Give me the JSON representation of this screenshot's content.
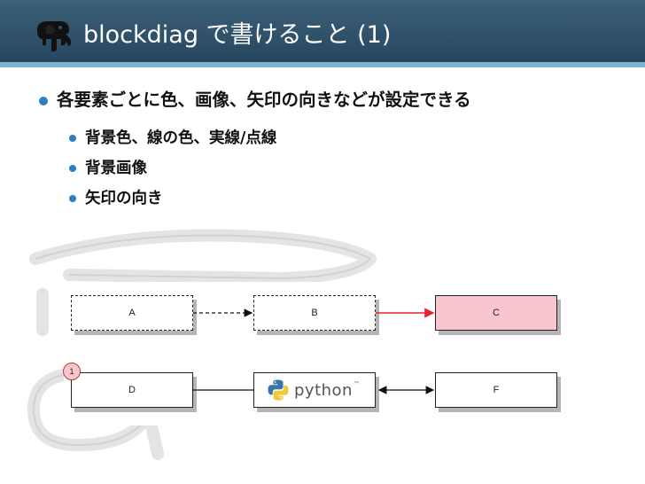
{
  "header": {
    "title": "blockdiag で書けること (1)",
    "logo_icon": "elephant-logo-icon"
  },
  "bullets": {
    "main": "各要素ごとに色、画像、矢印の向きなどが設定できる",
    "sub": [
      "背景色、線の色、実線/点線",
      "背景画像",
      "矢印の向き"
    ]
  },
  "diagram": {
    "nodes": {
      "a": "A",
      "b": "B",
      "c": "C",
      "d": "D",
      "e": "python",
      "e_tm": "™",
      "f": "F"
    },
    "numbered_badge": "1"
  },
  "colors": {
    "header_bg": "#2f5169",
    "header_stripe": "#7fb2d6",
    "bullet": "#2f7fbf",
    "node_c_fill": "#f7c6cf",
    "edge_bc": "#e0262e",
    "badge_fill": "#f7c6cf",
    "badge_stroke": "#c0392b"
  }
}
